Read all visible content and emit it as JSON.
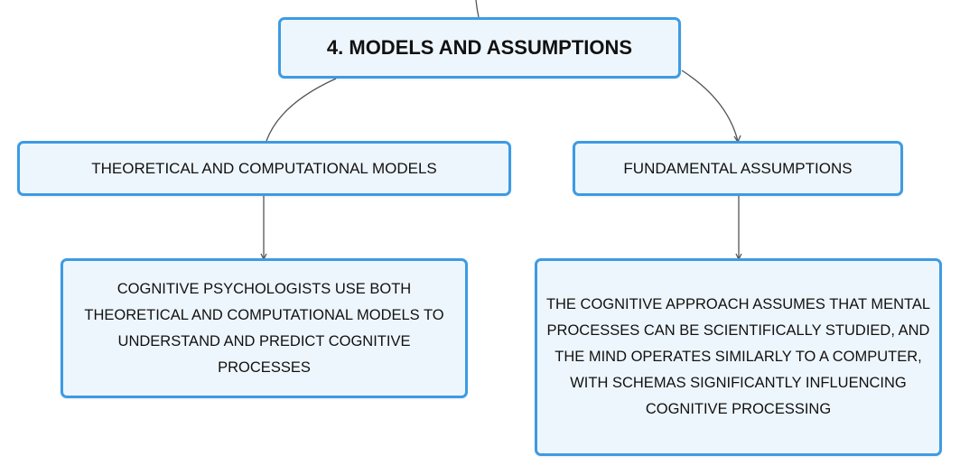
{
  "diagram": {
    "colors": {
      "border": "#3d9be3",
      "fill": "#eef6fd",
      "line": "#555555"
    },
    "main_node": {
      "label": "4. MODELS AND ASSUMPTIONS"
    },
    "left_branch": {
      "label": "THEORETICAL AND COMPUTATIONAL MODELS",
      "detail": "COGNITIVE PSYCHOLOGISTS USE BOTH THEORETICAL AND COMPUTATIONAL MODELS TO UNDERSTAND AND PREDICT COGNITIVE PROCESSES"
    },
    "right_branch": {
      "label": "FUNDAMENTAL ASSUMPTIONS",
      "detail": "THE COGNITIVE APPROACH ASSUMES THAT MENTAL PROCESSES CAN BE SCIENTIFICALLY STUDIED, AND THE MIND OPERATES SIMILARLY TO A COMPUTER, WITH SCHEMAS SIGNIFICANTLY INFLUENCING COGNITIVE PROCESSING"
    }
  }
}
